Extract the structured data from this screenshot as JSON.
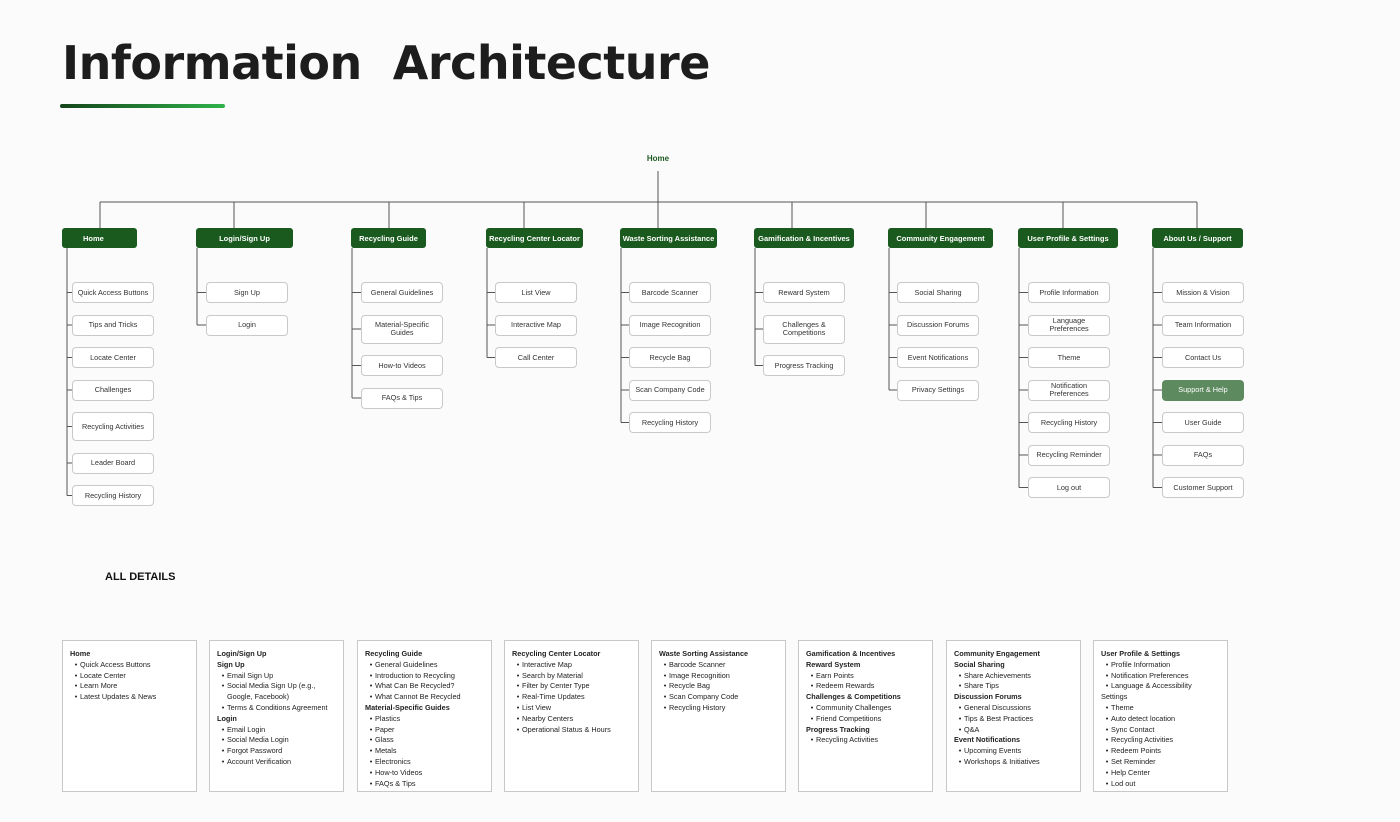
{
  "title": "Information  Architecture",
  "root": "Home",
  "categories": [
    {
      "label": "Home",
      "items": [
        "Quick Access Buttons",
        "Tips and Tricks",
        "Locate Center",
        "Challenges",
        "Recycling Activities",
        "Leader Board",
        "Recycling History"
      ]
    },
    {
      "label": "Login/Sign Up",
      "items": [
        "Sign Up",
        "Login"
      ]
    },
    {
      "label": "Recycling Guide",
      "items": [
        "General Guidelines",
        "Material-Specific Guides",
        "How-to Videos",
        "FAQs & Tips"
      ]
    },
    {
      "label": "Recycling Center Locator",
      "items": [
        "List View",
        "Interactive Map",
        "Call Center"
      ]
    },
    {
      "label": "Waste Sorting Assistance",
      "items": [
        "Barcode Scanner",
        "Image Recognition",
        "Recycle Bag",
        "Scan Company Code",
        "Recycling History"
      ]
    },
    {
      "label": "Gamification & Incentives",
      "items": [
        "Reward System",
        "Challenges & Competitions",
        "Progress Tracking"
      ]
    },
    {
      "label": "Community Engagement",
      "items": [
        "Social Sharing",
        "Discussion Forums",
        "Event Notifications",
        "Privacy Settings"
      ]
    },
    {
      "label": "User Profile & Settings",
      "items": [
        "Profile Information",
        "Language Preferences",
        "Theme",
        "Notification Preferences",
        "Recycling History",
        "Recycling Reminder",
        "Log out"
      ]
    },
    {
      "label": "About Us / Support",
      "items": [
        "Mission & Vision",
        "Team Information",
        "Contact Us",
        "Support & Help",
        "User Guide",
        "FAQs",
        "Customer Support"
      ]
    }
  ],
  "details_heading": "ALL DETAILS",
  "details": [
    {
      "title": "Home",
      "lines": [
        {
          "t": "Quick Access Buttons",
          "k": "it"
        },
        {
          "t": "Locate Center",
          "k": "it"
        },
        {
          "t": "Learn More",
          "k": "it"
        },
        {
          "t": "Latest Updates & News",
          "k": "it"
        }
      ]
    },
    {
      "title": "Login/Sign Up",
      "lines": [
        {
          "t": "Sign Up",
          "k": "sub"
        },
        {
          "t": "Email Sign Up",
          "k": "it"
        },
        {
          "t": "Social Media Sign Up (e.g.,",
          "k": "it"
        },
        {
          "t": "Google, Facebook)",
          "k": "cont"
        },
        {
          "t": "Terms & Conditions Agreement",
          "k": "it"
        },
        {
          "t": "Login",
          "k": "sub"
        },
        {
          "t": "Email Login",
          "k": "it"
        },
        {
          "t": "Social Media Login",
          "k": "it"
        },
        {
          "t": "Forgot Password",
          "k": "it"
        },
        {
          "t": "Account Verification",
          "k": "it"
        }
      ]
    },
    {
      "title": "Recycling Guide",
      "lines": [
        {
          "t": "General Guidelines",
          "k": "it"
        },
        {
          "t": "Introduction to Recycling",
          "k": "it"
        },
        {
          "t": "What Can Be Recycled?",
          "k": "it"
        },
        {
          "t": "What Cannot Be Recycled",
          "k": "it"
        },
        {
          "t": "Material-Specific Guides",
          "k": "sub"
        },
        {
          "t": "Plastics",
          "k": "it"
        },
        {
          "t": "Paper",
          "k": "it"
        },
        {
          "t": "Glass",
          "k": "it"
        },
        {
          "t": "Metals",
          "k": "it"
        },
        {
          "t": "Electronics",
          "k": "it"
        },
        {
          "t": "How-to Videos",
          "k": "it"
        },
        {
          "t": "FAQs & Tips",
          "k": "it"
        }
      ]
    },
    {
      "title": "Recycling Center Locator",
      "lines": [
        {
          "t": "Interactive Map",
          "k": "it"
        },
        {
          "t": "Search by Material",
          "k": "it"
        },
        {
          "t": "Filter by Center Type",
          "k": "it"
        },
        {
          "t": "Real-Time Updates",
          "k": "it"
        },
        {
          "t": "List View",
          "k": "it"
        },
        {
          "t": "Nearby Centers",
          "k": "it"
        },
        {
          "t": "Operational Status & Hours",
          "k": "it"
        }
      ]
    },
    {
      "title": "Waste Sorting Assistance",
      "lines": [
        {
          "t": "Barcode Scanner",
          "k": "it"
        },
        {
          "t": "Image Recognition",
          "k": "it"
        },
        {
          "t": "Recycle Bag",
          "k": "it"
        },
        {
          "t": "Scan Company Code",
          "k": "it"
        },
        {
          "t": "Recycling History",
          "k": "it"
        }
      ]
    },
    {
      "title": "Gamification & Incentives",
      "lines": [
        {
          "t": "Reward System",
          "k": "sub"
        },
        {
          "t": "Earn Points",
          "k": "it"
        },
        {
          "t": "Redeem Rewards",
          "k": "it"
        },
        {
          "t": "Challenges & Competitions",
          "k": "sub"
        },
        {
          "t": "Community Challenges",
          "k": "it"
        },
        {
          "t": "Friend Competitions",
          "k": "it"
        },
        {
          "t": "Progress Tracking",
          "k": "sub"
        },
        {
          "t": "Recycling Activities",
          "k": "it"
        }
      ]
    },
    {
      "title": "Community Engagement",
      "lines": [
        {
          "t": "Social Sharing",
          "k": "sub"
        },
        {
          "t": "Share Achievements",
          "k": "it"
        },
        {
          "t": "Share Tips",
          "k": "it"
        },
        {
          "t": "Discussion Forums",
          "k": "sub"
        },
        {
          "t": "General Discussions",
          "k": "it"
        },
        {
          "t": "Tips & Best Practices",
          "k": "it"
        },
        {
          "t": "Q&A",
          "k": "it"
        },
        {
          "t": "Event Notifications",
          "k": "sub"
        },
        {
          "t": "Upcoming Events",
          "k": "it"
        },
        {
          "t": "Workshops & Initiatives",
          "k": "it"
        }
      ]
    },
    {
      "title": "User Profile & Settings",
      "lines": [
        {
          "t": "Profile Information",
          "k": "it"
        },
        {
          "t": "Notification Preferences",
          "k": "it"
        },
        {
          "t": "Language & Accessibility Settings",
          "k": "it"
        },
        {
          "t": "Theme",
          "k": "it"
        },
        {
          "t": "Auto detect location",
          "k": "it"
        },
        {
          "t": "Sync Contact",
          "k": "it"
        },
        {
          "t": "Recycling Activities",
          "k": "it"
        },
        {
          "t": "Redeem Points",
          "k": "it"
        },
        {
          "t": "Set Reminder",
          "k": "it"
        },
        {
          "t": "Help Center",
          "k": "it"
        },
        {
          "t": "Lod out",
          "k": "it"
        }
      ]
    }
  ],
  "colors": {
    "category_fill": "#1b5a1f",
    "highlight_fill": "#5d8a5e",
    "underline_start": "#15451b",
    "underline_end": "#2fb24a"
  }
}
